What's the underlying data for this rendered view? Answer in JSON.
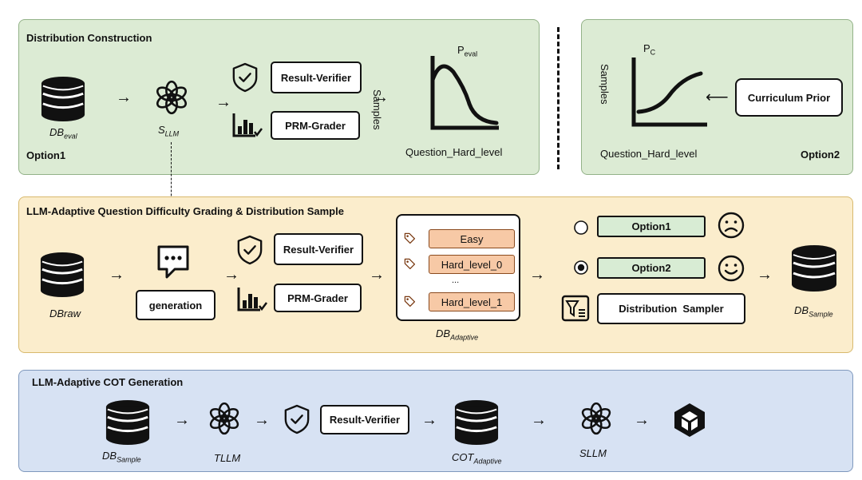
{
  "section1": {
    "title": "Distribution Construction",
    "db_eval": {
      "base": "DB",
      "sub": "eval"
    },
    "s_llm": {
      "base": "S",
      "sub": "LLM"
    },
    "result_verifier": "Result-Verifier",
    "prm_grader": "PRM-Grader",
    "chart": {
      "title_base": "P",
      "title_sub": "eval",
      "ylabel": "Samples",
      "xlabel": "Question_Hard_level"
    },
    "option": "Option1"
  },
  "section2": {
    "chart": {
      "title_base": "P",
      "title_sub": "C",
      "ylabel": "Samples",
      "xlabel": "Question_Hard_level"
    },
    "curriculum_prior": "Curriculum Prior",
    "option": "Option2"
  },
  "section3": {
    "title": "LLM-Adaptive Question Difficulty Grading & Distribution Sample",
    "db_raw": "DBraw",
    "generation": "generation",
    "result_verifier": "Result-Verifier",
    "prm_grader": "PRM-Grader",
    "levels": [
      "Easy",
      "Hard_level_0",
      "Hard_level_1"
    ],
    "ellipsis": "...",
    "db_adaptive": {
      "base": "DB",
      "sub": "Adaptive"
    },
    "option1": "Option1",
    "option2": "Option2",
    "distribution_sampler": "Distribution  Sampler",
    "db_sample": {
      "base": "DB",
      "sub": "Sample"
    }
  },
  "section4": {
    "title": "LLM-Adaptive COT Generation",
    "db_sample": {
      "base": "DB",
      "sub": "Sample"
    },
    "t_llm": "TLLM",
    "result_verifier": "Result-Verifier",
    "cot_adaptive": {
      "base": "COT",
      "sub": "Adaptive"
    },
    "s_llm": "SLLM"
  },
  "colors": {
    "green": "#dcebd4",
    "yellow": "#fbedcc",
    "blue": "#d7e2f3",
    "orange": "#f7c9a6"
  }
}
